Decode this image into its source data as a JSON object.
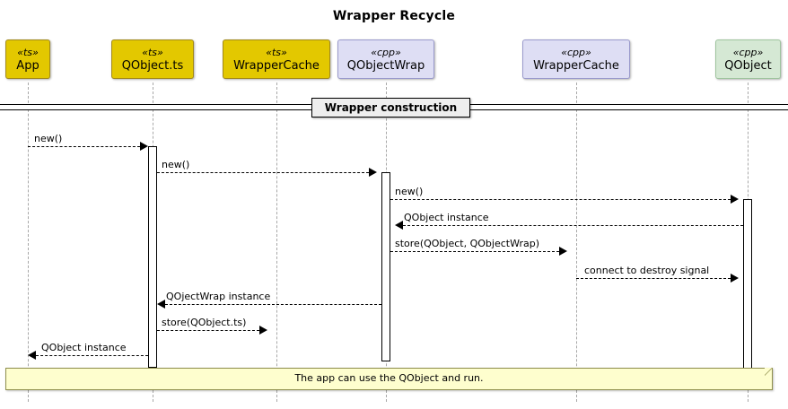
{
  "diagram": {
    "type": "sequence",
    "title": "Wrapper Recycle",
    "participants": [
      {
        "id": "app",
        "stereotype": "«ts»",
        "name": "App",
        "kind": "ts"
      },
      {
        "id": "qobjectts",
        "stereotype": "«ts»",
        "name": "QObject.ts",
        "kind": "ts"
      },
      {
        "id": "wcachets",
        "stereotype": "«ts»",
        "name": "WrapperCache",
        "kind": "ts"
      },
      {
        "id": "qobjectwrap",
        "stereotype": "«cpp»",
        "name": "QObjectWrap",
        "kind": "cpp"
      },
      {
        "id": "wcachecpp",
        "stereotype": "«cpp»",
        "name": "WrapperCache",
        "kind": "cpp"
      },
      {
        "id": "qobject",
        "stereotype": "«cpp»",
        "name": "QObject",
        "kind": "qobj"
      }
    ],
    "dividers": [
      {
        "label": "Wrapper construction"
      }
    ],
    "messages": [
      {
        "label": "new()",
        "from": "app",
        "to": "qobjectts",
        "dir": "right"
      },
      {
        "label": "new()",
        "from": "qobjectts",
        "to": "qobjectwrap",
        "dir": "right"
      },
      {
        "label": "new()",
        "from": "qobjectwrap",
        "to": "qobject",
        "dir": "right"
      },
      {
        "label": "QObject instance",
        "from": "qobject",
        "to": "qobjectwrap",
        "dir": "left"
      },
      {
        "label": "store(QObject, QObjectWrap)",
        "from": "qobjectwrap",
        "to": "wcachecpp",
        "dir": "right"
      },
      {
        "label": "connect to destroy signal",
        "from": "wcachecpp",
        "to": "qobject",
        "dir": "right"
      },
      {
        "label": "QOjectWrap instance",
        "from": "qobjectwrap",
        "to": "qobjectts",
        "dir": "left"
      },
      {
        "label": "store(QObject.ts)",
        "from": "qobjectts",
        "to": "wcachets",
        "dir": "right"
      },
      {
        "label": "QObject instance",
        "from": "qobjectts",
        "to": "app",
        "dir": "left"
      }
    ],
    "notes": [
      {
        "text": "The app can use the QObject and run."
      }
    ],
    "colors": {
      "ts_fill": "#E3C800",
      "cpp_fill": "#DEDEF4",
      "qobject_fill": "#D5E8D4",
      "note_fill": "#FEFECE",
      "divider_fill": "#EEEEEE",
      "lifeline": "#A8A8A8",
      "line": "#000000"
    }
  }
}
